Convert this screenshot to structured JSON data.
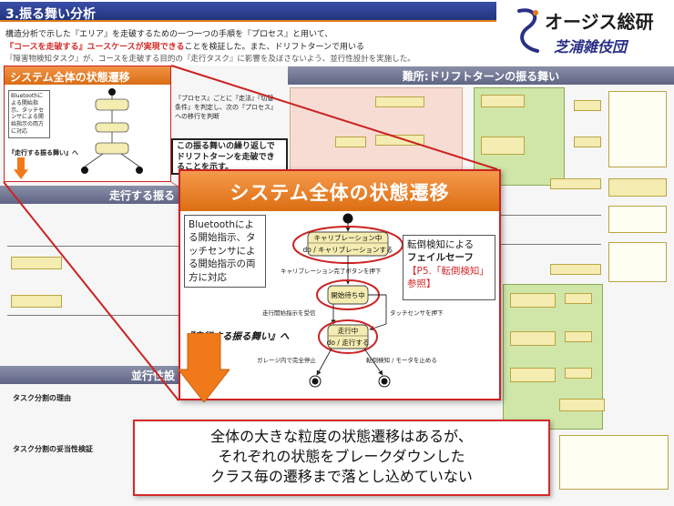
{
  "header": {
    "title": "3.振る舞い分析",
    "intro_1_plain": "構造分析で示した『エリア』を走破するための一つ一つの手順を『プロセス』と用いて、",
    "intro_2_red": "『コースを走破する』ユースケースが実現できる",
    "intro_2_plain": "ことを検証した。また、ドリフトターンで用いる",
    "intro_3": "『障害物検知タスク』が、コースを走破する目的の『走行タスク』に影響を及ぼさないよう、並行性設計を実施した。"
  },
  "logo": {
    "company": "オージス総研",
    "team": "芝浦雑伎団"
  },
  "background": {
    "section_drift": "難所:ドリフトターンの振る舞い",
    "section_running": "走行する振る",
    "section_parallel": "並行性設",
    "overview_title": "システム全体の状態遷移",
    "overview_bt_note": "Bluetoothによる開始指示、タッチセンサによる開始指示の両方に対応",
    "overview_link": "『走行する振る舞い』へ",
    "mid_note_1": "『プロセス』ごとに『走法』『切替条件』を判定し、次の『プロセス』への移行を判断",
    "mid_note_2": "この振る舞いの繰り返しでドリフトターンを走破できることを示す。",
    "task_reason": "タスク分割の理由",
    "task_validity": "タスク分割の妥当性検証"
  },
  "zoom": {
    "title": "システム全体の状態遷移",
    "bt_note": "Bluetoothによる開始指示、タッチセンサによる開始指示の両方に対応",
    "failsafe_prefix": "転倒検知による",
    "failsafe_bold": "フェイルセーフ",
    "failsafe_ref": "【P5.「転倒検知」参照】",
    "running_link": "『走行する振る舞い』へ",
    "states": {
      "calibration_name": "キャリブレーション中",
      "calibration_action": "do / キャリブレーションする",
      "waiting_name": "開始待ち中",
      "running_name": "走行中",
      "running_action": "do / 走行する"
    },
    "transitions": {
      "calibration_done": "キャリブレーション完了ボタンを押下",
      "start_received": "走行開始指示を受信",
      "touch_pressed": "タッチセンサを押下",
      "garage_stop": "ガレージ内で完全停止",
      "fall_detected": "転倒検知 / モータを止める"
    }
  },
  "comment": {
    "line_1": "全体の大きな粒度の状態遷移はあるが、",
    "line_2": "それぞれの状態をブレークダウンした",
    "line_3": "クラス毎の遷移まで落とし込めていない"
  },
  "colors": {
    "title_bar": "#2c3f92",
    "accent_orange": "#e07b18",
    "highlight_red": "#d42a2a",
    "state_fill": "#f4ecb0",
    "team_blue": "#2a2f86"
  }
}
